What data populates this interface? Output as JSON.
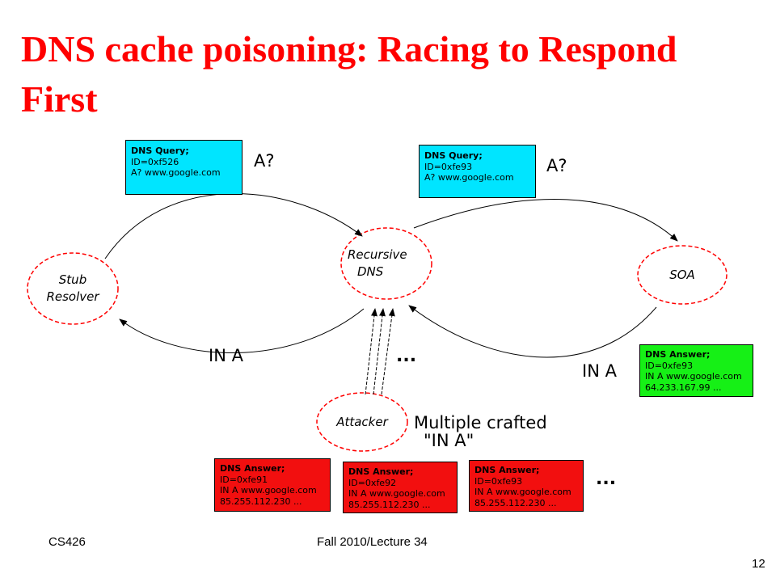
{
  "slide": {
    "title": "DNS cache poisoning: Racing to Respond First",
    "footer_left": "CS426",
    "footer_center": "Fall 2010/Lecture 34",
    "page_number": "12"
  },
  "nodes": {
    "stub": [
      "Stub",
      "Resolver"
    ],
    "recursive": [
      "Recursive",
      "DNS"
    ],
    "soa": "SOA",
    "attacker": "Attacker"
  },
  "labels": {
    "query_left": "A?",
    "query_right": "A?",
    "answer_left": "IN A",
    "answer_right": "IN A",
    "dots_attack": "...",
    "dots_boxes": "...",
    "crafted_line1": "Multiple crafted",
    "crafted_line2": "\"IN A\""
  },
  "boxes": {
    "query1": {
      "header": "DNS Query;",
      "line1": "ID=0xf526",
      "line2": "A? www.google.com"
    },
    "query2": {
      "header": "DNS Query;",
      "line1": "ID=0xfe93",
      "line2": "A? www.google.com"
    },
    "answer_soa": {
      "header": "DNS Answer;",
      "line1": "ID=0xfe93",
      "line2": "IN A www.google.com",
      "line3": "64.233.167.99 ..."
    },
    "forged": [
      {
        "header": "DNS Answer;",
        "line1": "ID=0xfe91",
        "line2": "IN A www.google.com",
        "line3": "85.255.112.230 ..."
      },
      {
        "header": "DNS Answer;",
        "line1": "ID=0xfe92",
        "line2": "IN A www.google.com",
        "line3": "85.255.112.230 ..."
      },
      {
        "header": "DNS Answer;",
        "line1": "ID=0xfe93",
        "line2": "IN A www.google.com",
        "line3": "85.255.112.230 ..."
      }
    ]
  },
  "colors": {
    "title": "#ff0000",
    "query_box": "#00e5ff",
    "answer_box": "#16f016",
    "forged_box": "#f20f0f",
    "node_outline": "#ff0000"
  }
}
